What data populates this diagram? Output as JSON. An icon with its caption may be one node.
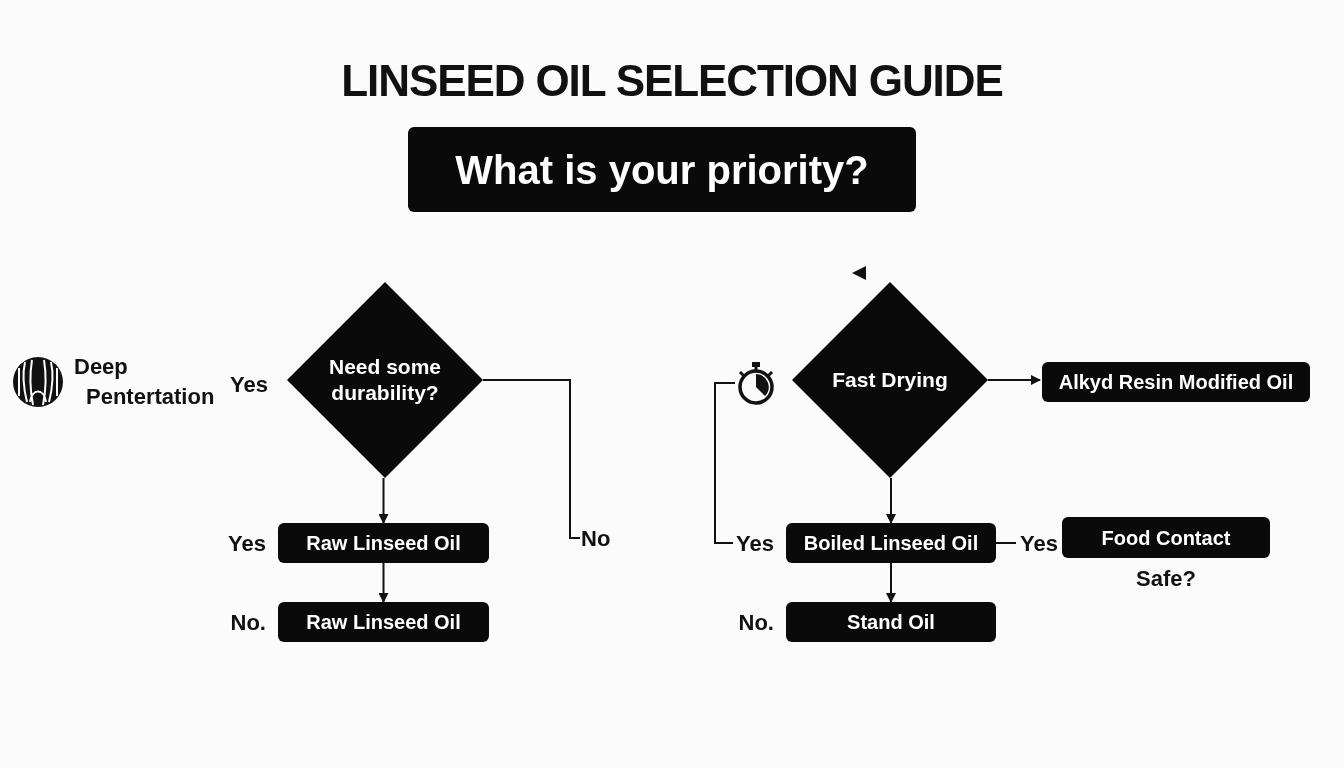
{
  "diagram": {
    "title": "LINSEED OIL SELECTION GUIDE",
    "nodes": [
      {
        "text": [
          "What is your priority?"
        ]
      },
      {
        "text": [
          "Need some durability?"
        ]
      },
      {
        "text": [
          "Raw Linseed Oil"
        ],
        "beside": [
          "Yes"
        ]
      },
      {
        "text": [
          "Raw Linseed Oil"
        ],
        "beside": [
          "No."
        ]
      },
      {
        "text": [
          "No"
        ]
      },
      {
        "text": [],
        "shape": "picture"
      },
      {
        "text": [
          "Fast Drying"
        ]
      },
      {
        "text": [
          "Alkyd Resin Modified Oil"
        ]
      },
      {
        "text": [
          "Boiled Linseed Oil"
        ],
        "beside": [
          "Yes"
        ]
      },
      {
        "text": [
          "Food Contact",
          "Safe?"
        ]
      },
      {
        "text": [
          "Stand Oil"
        ],
        "beside": [
          "No."
        ]
      }
    ],
    "edges": [
      {
        "from": 1,
        "to": 2,
        "arrow": "to"
      },
      {
        "from": 2,
        "to": 3,
        "arrow": "to"
      },
      {
        "from": 1,
        "to": 4,
        "arrow": "none"
      },
      {
        "from": 6,
        "to": 7,
        "arrow": "to"
      },
      {
        "from": 6,
        "to": 8,
        "arrow": "to"
      },
      {
        "from": 8,
        "to": 10,
        "arrow": "to"
      },
      {
        "from": 8,
        "to": 9,
        "arrow": "none",
        "label": "Yes"
      },
      {
        "from": 5,
        "to": 8,
        "arrow": "none"
      }
    ],
    "labels": [
      "Deep Pentertation",
      "Yes"
    ]
  }
}
